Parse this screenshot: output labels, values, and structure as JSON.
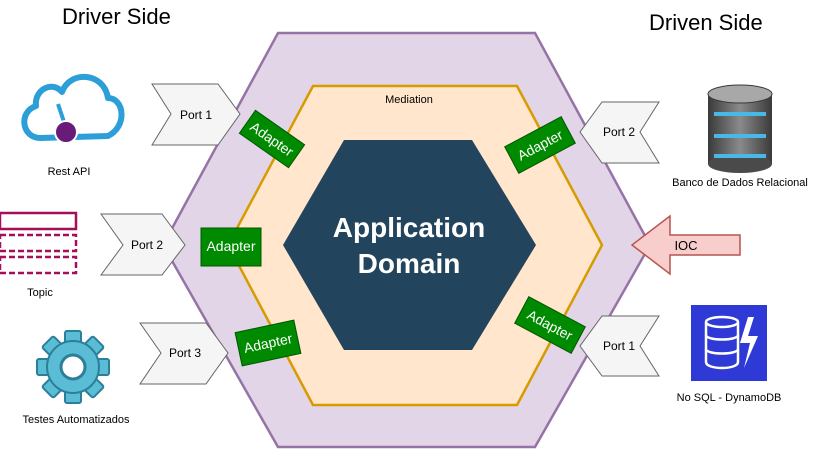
{
  "headings": {
    "driver_side": "Driver Side",
    "driven_side": "Driven Side"
  },
  "domain": {
    "line1": "Application",
    "line2": "Domain"
  },
  "mediation_label": "Mediation",
  "adapter_label": "Adapter",
  "driver": [
    {
      "actor": "Rest API",
      "icon": "cloud-api-icon",
      "port": "Port 1"
    },
    {
      "actor": "Topic",
      "icon": "topic-queue-icon",
      "port": "Port 2"
    },
    {
      "actor": "Testes Automatizados",
      "icon": "gear-icon",
      "port": "Port 3"
    }
  ],
  "driven": [
    {
      "actor": "Banco de Dados Relacional",
      "icon": "database-icon",
      "port": "Port 2"
    },
    {
      "actor": "No SQL - DynamoDB",
      "icon": "dynamodb-icon",
      "port": "Port 1"
    }
  ],
  "ioc_label": "IOC",
  "colors": {
    "outer_hexagon_fill": "#e1d5e7",
    "outer_hexagon_stroke": "#9673a6",
    "mediation_fill": "#ffe6cc",
    "mediation_stroke": "#d79b00",
    "domain_fill": "#23445d",
    "adapter_fill": "#008a00",
    "adapter_stroke": "#005700",
    "port_fill": "#f5f5f5",
    "port_stroke": "#666666",
    "ioc_fill": "#f8cecc",
    "ioc_stroke": "#b85450"
  }
}
